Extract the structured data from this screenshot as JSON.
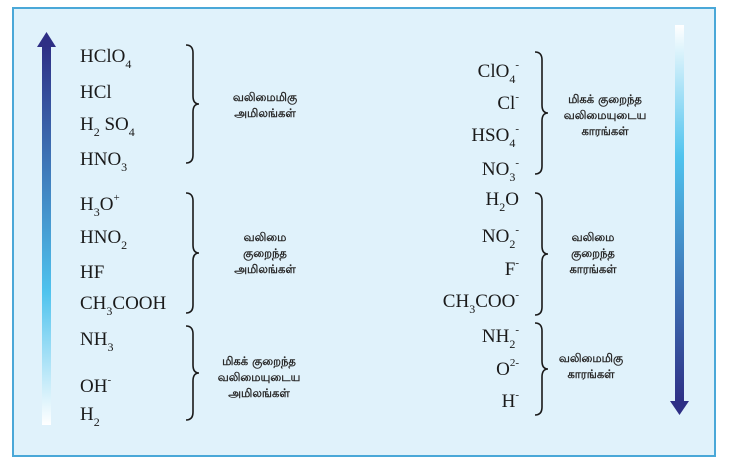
{
  "acids": [
    [
      [
        "HClO",
        ""
      ],
      [
        "4",
        "sub"
      ]
    ],
    [
      [
        "HCl",
        ""
      ]
    ],
    [
      [
        "H",
        ""
      ],
      [
        "2",
        "sub"
      ],
      [
        " SO",
        ""
      ],
      [
        "4",
        "sub"
      ]
    ],
    [
      [
        "HNO",
        ""
      ],
      [
        "3",
        "sub"
      ]
    ],
    [
      [
        "H",
        ""
      ],
      [
        "3",
        "sub"
      ],
      [
        "O",
        ""
      ],
      [
        "+",
        "sup"
      ]
    ],
    [
      [
        "HNO",
        ""
      ],
      [
        "2",
        "sub"
      ]
    ],
    [
      [
        "HF",
        ""
      ]
    ],
    [
      [
        "CH",
        ""
      ],
      [
        "3",
        "sub"
      ],
      [
        "COOH",
        ""
      ]
    ],
    [
      [
        "NH",
        ""
      ],
      [
        "3",
        "sub"
      ]
    ],
    [
      [
        "OH",
        ""
      ],
      [
        "-",
        "sup"
      ]
    ],
    [
      [
        "H",
        ""
      ],
      [
        "2",
        "sub"
      ]
    ]
  ],
  "bases": [
    [
      [
        "ClO",
        ""
      ],
      [
        "4",
        "sub"
      ],
      [
        "-",
        "sup"
      ]
    ],
    [
      [
        "Cl",
        ""
      ],
      [
        "-",
        "sup"
      ]
    ],
    [
      [
        "HSO",
        ""
      ],
      [
        "4",
        "sub"
      ],
      [
        "-",
        "sup"
      ]
    ],
    [
      [
        "NO",
        ""
      ],
      [
        "3",
        "sub"
      ],
      [
        "-",
        "sup"
      ]
    ],
    [
      [
        "H",
        ""
      ],
      [
        "2",
        "sub"
      ],
      [
        "O",
        ""
      ]
    ],
    [
      [
        "NO",
        ""
      ],
      [
        "2",
        "sub"
      ],
      [
        "-",
        "sup"
      ]
    ],
    [
      [
        "F",
        ""
      ],
      [
        "-",
        "sup"
      ]
    ],
    [
      [
        "CH",
        ""
      ],
      [
        "3",
        "sub"
      ],
      [
        "COO",
        ""
      ],
      [
        "-",
        "sup"
      ]
    ],
    [
      [
        "NH",
        ""
      ],
      [
        "2",
        "sub"
      ],
      [
        "-",
        "sup"
      ]
    ],
    [
      [
        "O",
        ""
      ],
      [
        "2-",
        "sup"
      ]
    ],
    [
      [
        "H",
        ""
      ],
      [
        "-",
        "sup"
      ]
    ]
  ],
  "acid_labels": [
    [
      "வலிமைமிகு",
      "அமிலங்கள்"
    ],
    [
      "வலிமை",
      "குறைந்த",
      "அமிலங்கள்"
    ],
    [
      "மிகக் குறைந்த",
      "வலிமையுடைய",
      "அமிலங்கள்"
    ]
  ],
  "base_labels": [
    [
      "மிகக் குறைந்த",
      "வலிமையுடைய",
      "காரங்கள்"
    ],
    [
      "வலிமை",
      "குறைந்த",
      "காரங்கள்"
    ],
    [
      "வலிமைமிகு",
      "காரங்கள்"
    ]
  ],
  "colors": {
    "arrow_dark": "#2e2f85",
    "arrow_light": "#ffffff",
    "arrow_mid": "#4fc3ee",
    "border": "#4aa8d8",
    "background": "#e0f2fb"
  }
}
